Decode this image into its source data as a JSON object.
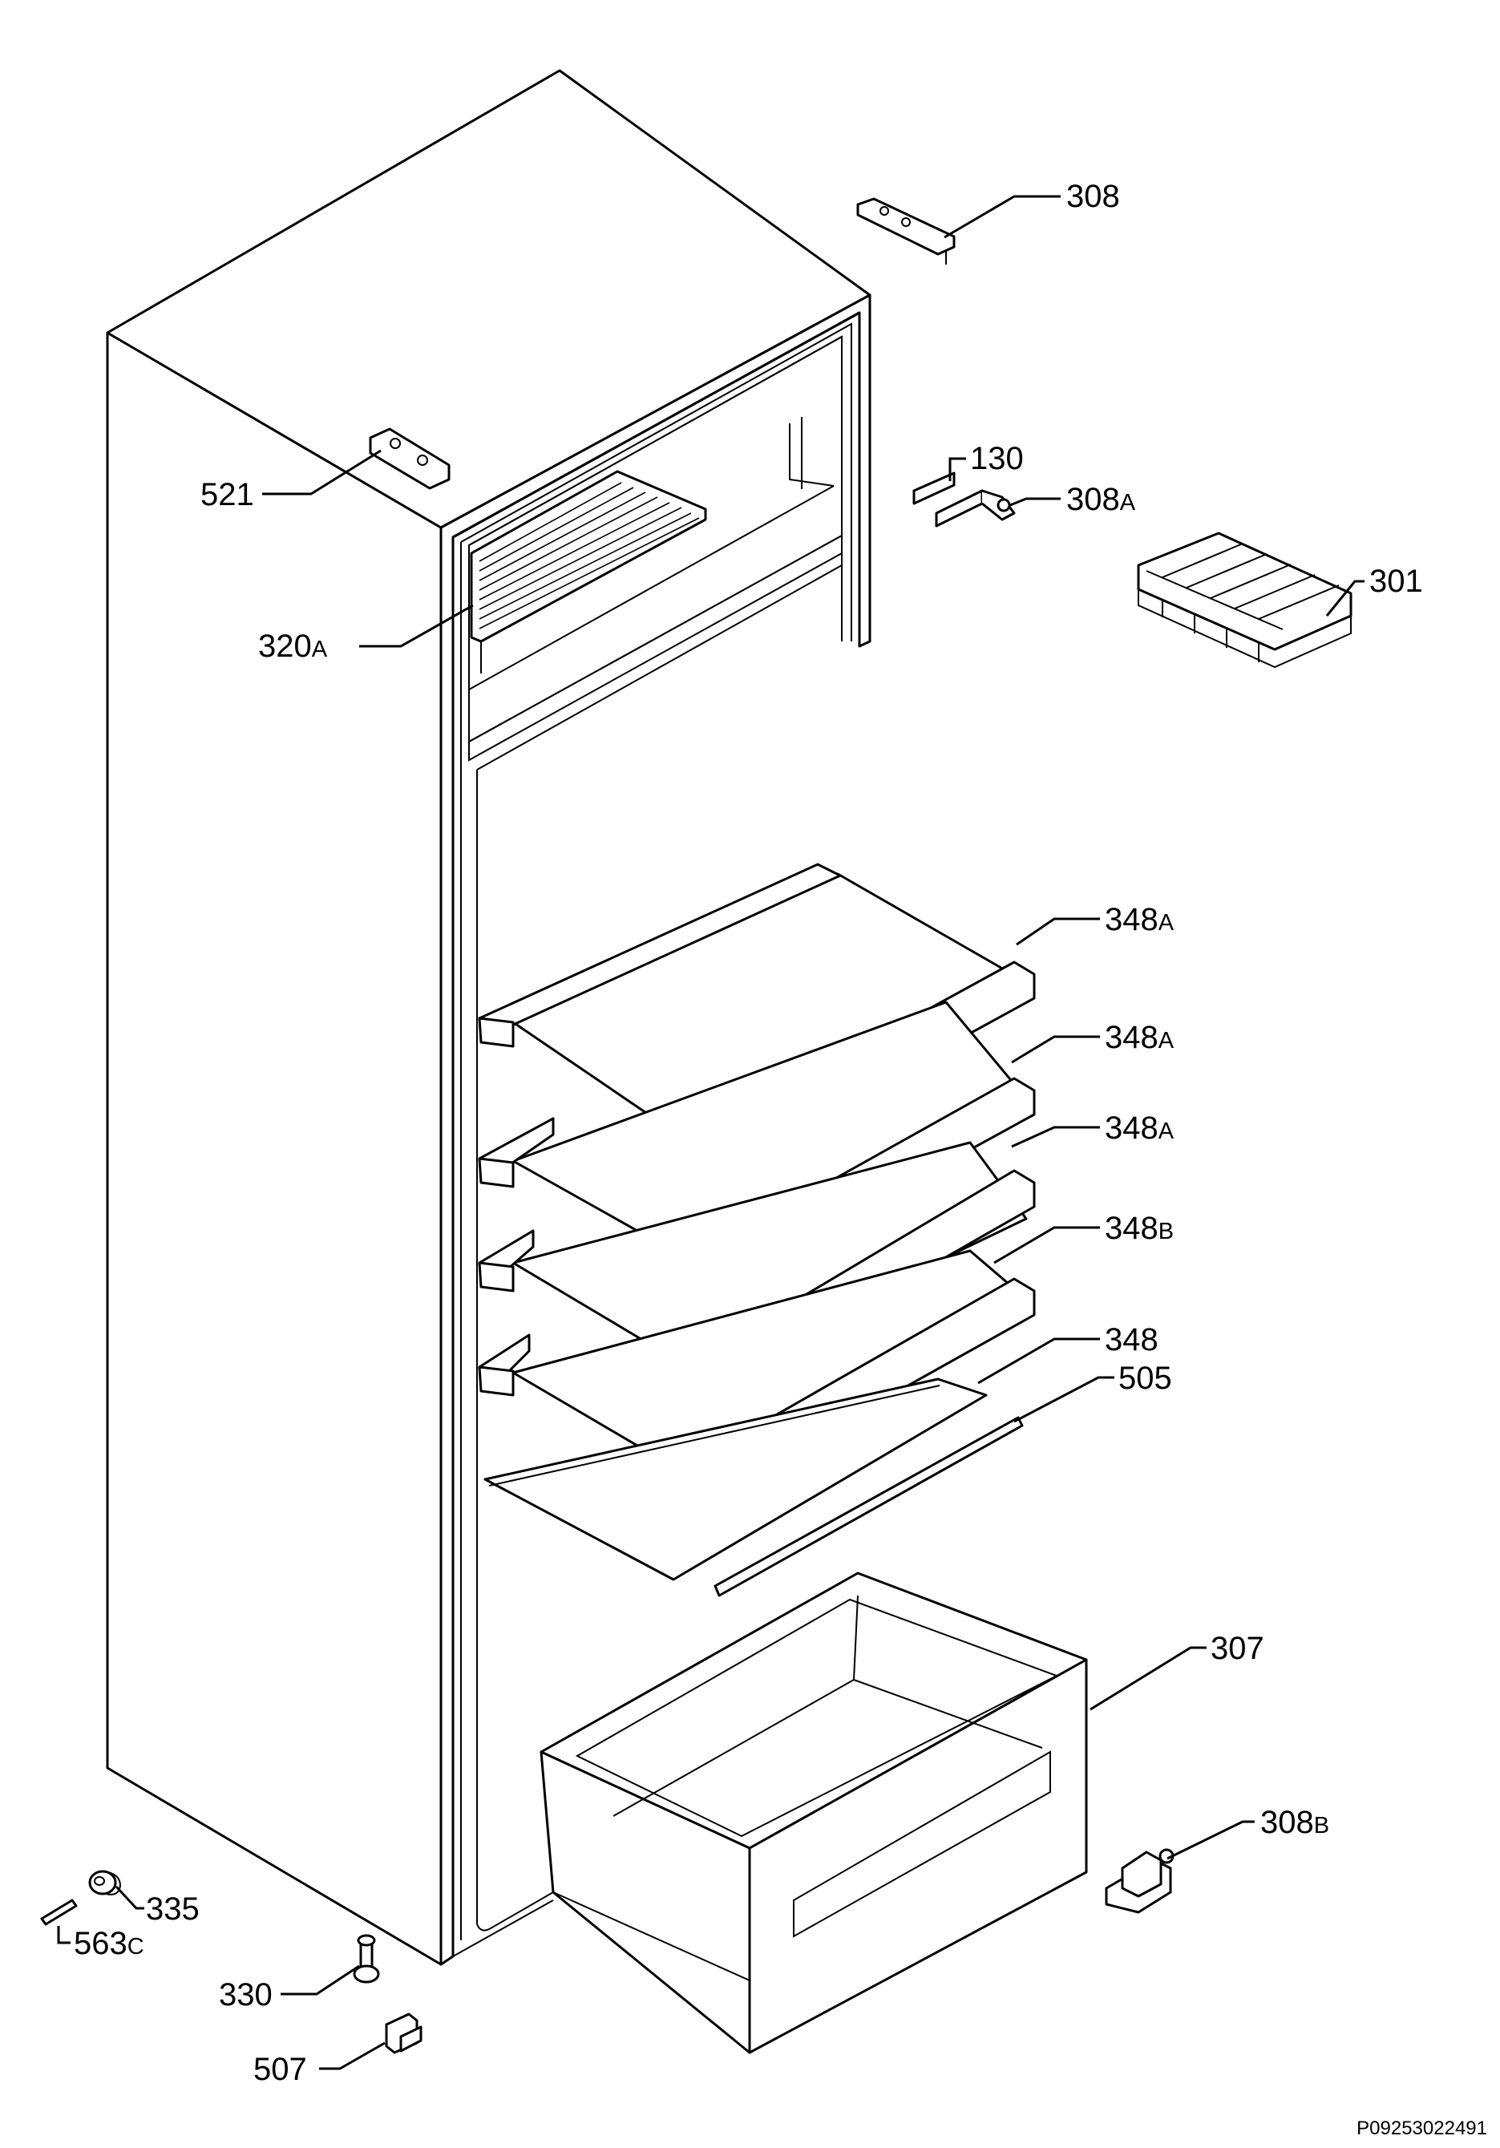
{
  "drawing_code": "P09253022491",
  "callouts": [
    {
      "id": "308",
      "main": "308",
      "suffix": ""
    },
    {
      "id": "130",
      "main": "130",
      "suffix": ""
    },
    {
      "id": "308A",
      "main": "308",
      "suffix": "A"
    },
    {
      "id": "301",
      "main": "301",
      "suffix": ""
    },
    {
      "id": "521",
      "main": "521",
      "suffix": ""
    },
    {
      "id": "320A",
      "main": "320",
      "suffix": "A"
    },
    {
      "id": "348A-1",
      "main": "348",
      "suffix": "A"
    },
    {
      "id": "348A-2",
      "main": "348",
      "suffix": "A"
    },
    {
      "id": "348A-3",
      "main": "348",
      "suffix": "A"
    },
    {
      "id": "348B",
      "main": "348",
      "suffix": "B"
    },
    {
      "id": "348",
      "main": "348",
      "suffix": ""
    },
    {
      "id": "505",
      "main": "505",
      "suffix": ""
    },
    {
      "id": "307",
      "main": "307",
      "suffix": ""
    },
    {
      "id": "308B",
      "main": "308",
      "suffix": "B"
    },
    {
      "id": "335",
      "main": "335",
      "suffix": ""
    },
    {
      "id": "563C",
      "main": "563",
      "suffix": "C"
    },
    {
      "id": "330",
      "main": "330",
      "suffix": ""
    },
    {
      "id": "507",
      "main": "507",
      "suffix": ""
    }
  ]
}
